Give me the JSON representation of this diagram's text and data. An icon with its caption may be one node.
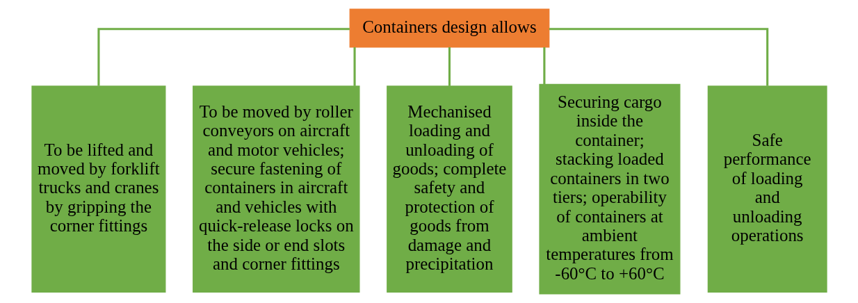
{
  "diagram": {
    "nodes": [
      {
        "text": [
          "Containers design allows"
        ]
      },
      {
        "text": [
          "To be lifted and moved by forklift trucks and cranes by gripping the corner fittings"
        ]
      },
      {
        "text": [
          "To be moved by roller conveyors on aircraft and motor vehicles; secure fastening of containers in aircraft and vehicles with quick-release locks on the side or end slots and corner fittings"
        ]
      },
      {
        "text": [
          "Mechanised loading and unloading of goods; complete safety and protection of goods from damage and precipitation"
        ]
      },
      {
        "text": [
          "Securing cargo inside the container; stacking loaded containers in two tiers; operability of containers at ambient temperatures from -60°C to +60°C"
        ]
      },
      {
        "text": [
          "Safe performance of loading and unloading operations"
        ]
      }
    ],
    "edges": [
      {
        "from": 0,
        "to": 1,
        "arrow": "none"
      },
      {
        "from": 0,
        "to": 2,
        "arrow": "none"
      },
      {
        "from": 0,
        "to": 3,
        "arrow": "none"
      },
      {
        "from": 0,
        "to": 4,
        "arrow": "none"
      },
      {
        "from": 0,
        "to": 5,
        "arrow": "none"
      }
    ]
  }
}
